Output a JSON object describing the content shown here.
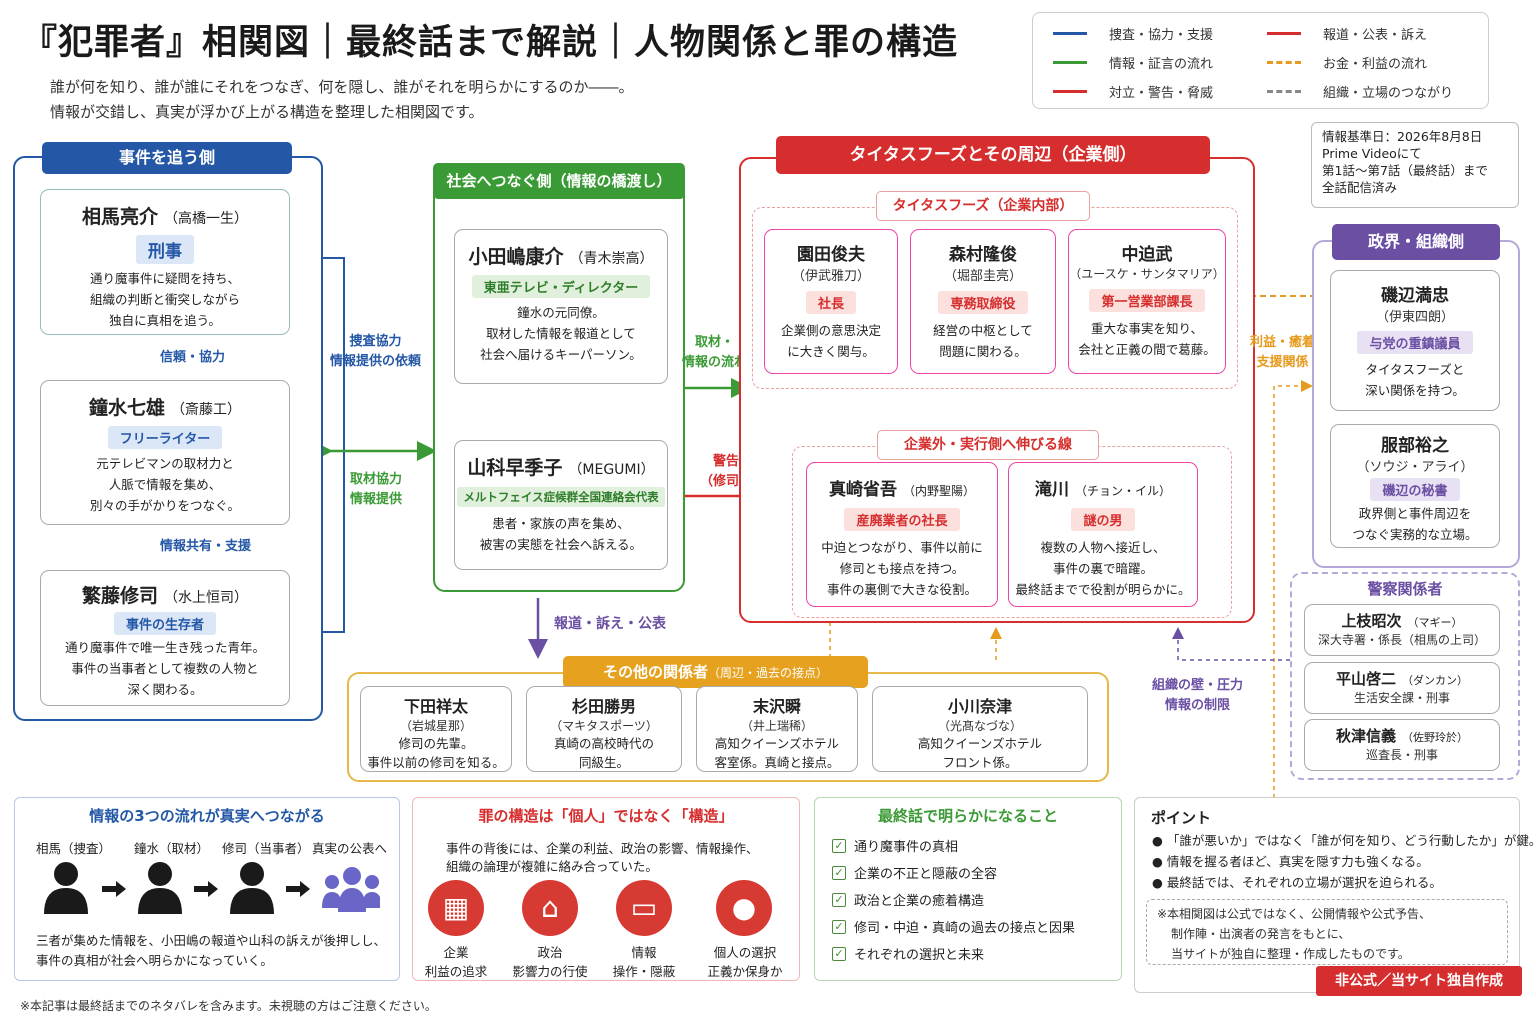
{
  "title": "『犯罪者』相関図｜最終話まで解説｜人物関係と罪の構造",
  "subtitle": [
    "誰が何を知り、誰が誰にそれをつなぎ、何を隠し、誰がそれを明らかにするのか――。",
    "情報が交錯し、真実が浮かび上がる構造を整理した相関図です。"
  ],
  "legend": [
    {
      "label": "捜査・協力・支援",
      "color": "#2458a6",
      "style": "solid"
    },
    {
      "label": "報道・公表・訴え",
      "color": "#d62e2e",
      "style": "solid"
    },
    {
      "label": "情報・証言の流れ",
      "color": "#3a9a35",
      "style": "solid"
    },
    {
      "label": "お金・利益の流れ",
      "color": "#e69a1e",
      "style": "dashed"
    },
    {
      "label": "対立・警告・脅威",
      "color": "#d62e2e",
      "style": "solid"
    },
    {
      "label": "組織・立場のつながり",
      "color": "#888888",
      "style": "dashed"
    }
  ],
  "info": {
    "line1": "情報基準日：2026年8月8日",
    "line2": "Prime Videoにて",
    "line3": "第1話〜第7話（最終話）まで",
    "line4": "全話配信済み"
  },
  "colors": {
    "blue": "#2458a6",
    "green": "#3a9a35",
    "red": "#d62e2e",
    "purple": "#6a4fa3",
    "orange": "#e69a1e"
  },
  "investigate": {
    "header": "事件を追う側",
    "p1": {
      "name": "相馬亮介",
      "actor": "（高橋一生）",
      "tag": "刑事",
      "desc": [
        "通り魔事件に疑問を持ち、",
        "組織の判断と衝突しながら",
        "独自に真相を追う。"
      ]
    },
    "p2": {
      "name": "鐘水七雄",
      "actor": "（斎藤工）",
      "tag": "フリーライター",
      "desc": [
        "元テレビマンの取材力と",
        "人脈で情報を集め、",
        "別々の手がかりをつなぐ。"
      ]
    },
    "p3": {
      "name": "繁藤修司",
      "actor": "（水上恒司）",
      "tag": "事件の生存者",
      "desc": [
        "通り魔事件で唯一生き残った青年。",
        "事件の当事者として複数の人物と",
        "深く関わる。"
      ]
    },
    "link1": "信頼・協力",
    "link2": "情報共有・支援"
  },
  "society": {
    "header": "社会へつなぐ側（情報の橋渡し）",
    "p1": {
      "name": "小田嶋康介",
      "actor": "（青木崇高）",
      "tag": "東亜テレビ・ディレクター",
      "desc": [
        "鐘水の元同僚。",
        "取材した情報を報道として",
        "社会へ届けるキーパーソン。"
      ]
    },
    "p2": {
      "name": "山科早季子",
      "actor": "（MEGUMI）",
      "tag": "メルトフェイス症候群全国連絡会代表",
      "desc": [
        "患者・家族の声を集め、",
        "被害の実態を社会へ訴える。"
      ]
    }
  },
  "company": {
    "header": "タイタスフーズとその周辺（企業側）",
    "inner": "タイタスフーズ（企業内部）",
    "p1": {
      "name": "園田俊夫",
      "actor": "（伊武雅刀）",
      "tag": "社長",
      "desc": [
        "企業側の意思決定",
        "に大きく関与。"
      ]
    },
    "p2": {
      "name": "森村隆俊",
      "actor": "（堀部圭亮）",
      "tag": "専務取締役",
      "desc": [
        "経営の中枢として",
        "問題に関わる。"
      ]
    },
    "p3": {
      "name": "中迫武",
      "actor": "（ユースケ・サンタマリア）",
      "tag": "第一営業部課長",
      "desc": [
        "重大な事実を知り、",
        "会社と正義の間で葛藤。"
      ]
    },
    "outer": "企業外・実行側へ伸びる線",
    "p4": {
      "name": "真崎省吾",
      "actor": "（内野聖陽）",
      "tag": "産廃業者の社長",
      "desc": [
        "中迫とつながり、事件以前に",
        "修司とも接点を持つ。",
        "事件の裏側で大きな役割。"
      ]
    },
    "p5": {
      "name": "滝川",
      "actor": "（チョン・イル）",
      "tag": "謎の男",
      "desc": [
        "複数の人物へ接近し、",
        "事件の裏で暗躍。",
        "最終話までで役割が明らかに。"
      ]
    }
  },
  "politics": {
    "header": "政界・組織側",
    "p1": {
      "name": "磯辺満忠",
      "actor": "（伊東四朗）",
      "tag": "与党の重鎮議員",
      "desc": [
        "タイタスフーズと",
        "深い関係を持つ。"
      ]
    },
    "p2": {
      "name": "服部裕之",
      "actor": "（ソウジ・アライ）",
      "tag": "磯辺の秘書",
      "desc": [
        "政界側と事件周辺を",
        "つなぐ実務的な立場。"
      ]
    }
  },
  "police": {
    "header": "警察関係者",
    "p1": {
      "name": "上枝昭次",
      "actor": "（マギー）",
      "desc": "深大寺署・係長（相馬の上司）"
    },
    "p2": {
      "name": "平山啓二",
      "actor": "（ダンカン）",
      "desc": "生活安全課・刑事"
    },
    "p3": {
      "name": "秋津信義",
      "actor": "（佐野玲於）",
      "desc": "巡査長・刑事"
    }
  },
  "others": {
    "header": "その他の関係者",
    "header_small": "（周辺・過去の接点）",
    "p1": {
      "name": "下田祥太",
      "actor": "（岩城星那）",
      "desc": [
        "修司の先輩。",
        "事件以前の修司を知る。"
      ]
    },
    "p2": {
      "name": "杉田勝男",
      "actor": "（マキタスポーツ）",
      "desc": [
        "真崎の高校時代の",
        "同級生。"
      ]
    },
    "p3": {
      "name": "末沢瞬",
      "actor": "（井上瑞稀）",
      "desc": [
        "高知クイーンズホテル",
        "客室係。真崎と接点。"
      ]
    },
    "p4": {
      "name": "小川奈津",
      "actor": "（光髙なづな）",
      "desc": [
        "高知クイーンズホテル",
        "フロント係。"
      ]
    }
  },
  "links": {
    "inv_soc_top": [
      "捜査協力",
      "情報提供の依頼"
    ],
    "inv_soc_mid": [
      "取材協力",
      "情報提供"
    ],
    "soc_comp_top": [
      "取材・",
      "情報の流れ"
    ],
    "soc_comp_mid": [
      "警告・脅迫",
      "（修司へ接触）"
    ],
    "comp_pol": [
      "利益・癒着",
      "支援関係"
    ],
    "report": "報道・訴え・公表",
    "wall": [
      "組織の壁・圧力",
      "情報の制限"
    ]
  },
  "panel1": {
    "title": "情報の3つの流れが真実へつながる",
    "labels": [
      "相馬（捜査）",
      "鐘水（取材）",
      "修司（当事者）",
      "真実の公表へ"
    ],
    "desc": [
      "三者が集めた情報を、小田嶋の報道や山科の訴えが後押しし、",
      "事件の真相が社会へ明らかになっていく。"
    ]
  },
  "panel2": {
    "title": "罪の構造は「個人」ではなく「構造」",
    "desc": [
      "事件の背後には、企業の利益、政治の影響、情報操作、",
      "組織の論理が複雑に絡み合っていた。"
    ],
    "icons": [
      {
        "icon": "building-icon",
        "l1": "企業",
        "l2": "利益の追求"
      },
      {
        "icon": "capitol-icon",
        "l1": "政治",
        "l2": "影響力の行使"
      },
      {
        "icon": "monitor-icon",
        "l1": "情報",
        "l2": "操作・隠蔽"
      },
      {
        "icon": "person-icon",
        "l1": "個人の選択",
        "l2": "正義か保身か"
      }
    ]
  },
  "panel3": {
    "title": "最終話で明らかになること",
    "items": [
      "通り魔事件の真相",
      "企業の不正と隠蔽の全容",
      "政治と企業の癒着構造",
      "修司・中迫・真崎の過去の接点と因果",
      "それぞれの選択と未来"
    ]
  },
  "panel4": {
    "title": "ポイント",
    "items": [
      "「誰が悪いか」ではなく「誰が何を知り、どう行動したか」が鍵。",
      "情報を握る者ほど、真実を隠す力も強くなる。",
      "最終話では、それぞれの立場が選択を迫られる。"
    ],
    "note": [
      "※本相関図は公式ではなく、公開情報や公式予告、",
      "制作陣・出演者の発言をもとに、",
      "当サイトが独自に整理・作成したものです。"
    ],
    "badge": "非公式／当サイト独自作成"
  },
  "footer": "※本記事は最終話までのネタバレを含みます。未視聴の方はご注意ください。"
}
